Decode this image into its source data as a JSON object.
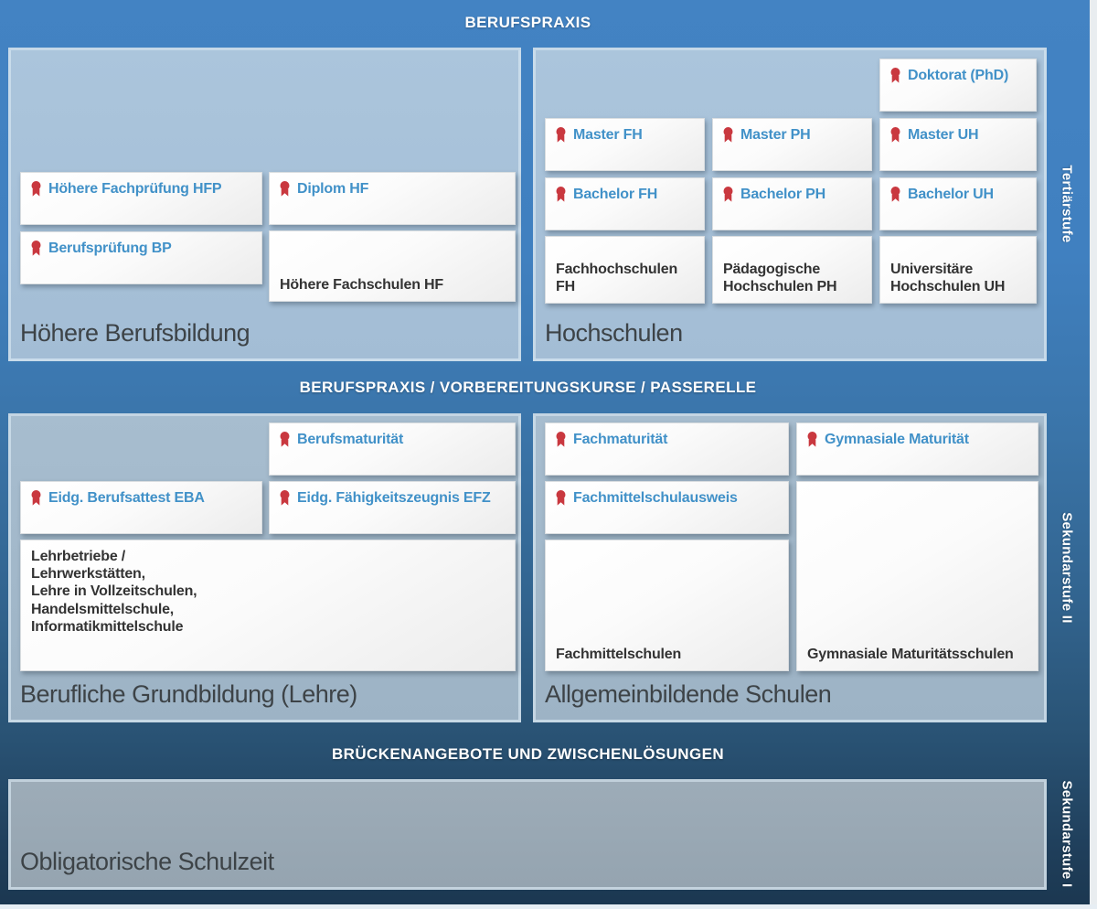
{
  "headers": {
    "top": "BERUFSPRAXIS",
    "middle": "BERUFSPRAXIS / VORBEREITUNGSKURSE / PASSERELLE",
    "bottom": "BRÜCKENANGEBOTE UND ZWISCHENLÖSUNGEN"
  },
  "side_labels": {
    "tertiaerstufe": "Tertiärstufe",
    "sekundarstufe_2": "Sekundarstufe II",
    "sekundarstufe_1": "Sekundarstufe I"
  },
  "panels": {
    "hoehere_berufsbildung": {
      "title": "Höhere Berufsbildung",
      "cards": {
        "hfp": "Höhere Fachprüfung HFP",
        "diplom_hf": "Diplom HF",
        "bp": "Berufsprüfung BP",
        "hoehere_fachschulen": "Höhere Fachschulen HF"
      }
    },
    "hochschulen": {
      "title": "Hochschulen",
      "cards": {
        "doktorat": "Doktorat (PhD)",
        "master_fh": "Master FH",
        "master_ph": "Master PH",
        "master_uh": "Master UH",
        "bachelor_fh": "Bachelor FH",
        "bachelor_ph": "Bachelor PH",
        "bachelor_uh": "Bachelor UH",
        "fachhochschulen": "Fachhochschulen\nFH",
        "paedagogische_hochschulen": "Pädagogische\nHochschulen PH",
        "universitaere_hochschulen": "Universitäre\nHochschulen UH"
      }
    },
    "berufliche_grundbildung": {
      "title": "Berufliche Grundbildung (Lehre)",
      "cards": {
        "berufsmaturitaet": "Berufsmaturität",
        "eba": "Eidg. Berufsattest EBA",
        "efz": "Eidg. Fähigkeitszeugnis EFZ",
        "lehrbetriebe": "Lehrbetriebe /\nLehrwerkstätten,\nLehre in Vollzeitschulen,\nHandelsmittelschule,\nInformatikmittelschule"
      }
    },
    "allgemeinbildende_schulen": {
      "title": "Allgemeinbildende Schulen",
      "cards": {
        "fachmaturitaet": "Fachmaturität",
        "gymnasiale_maturitaet": "Gymnasiale Maturität",
        "fachmittelschulausweis": "Fachmittelschulausweis",
        "fachmittelschulen": "Fachmittelschulen",
        "gymnasiale_maturitaetsschulen": "Gymnasiale Maturitätsschulen"
      }
    },
    "obligatorische_schulzeit": {
      "title": "Obligatorische Schulzeit"
    }
  },
  "icons": {
    "award_ribbon": "award-ribbon-icon"
  },
  "colors": {
    "background_top": "#4383c3",
    "background_bottom": "#1b3750",
    "panel_tertiary": "#a7c1d8",
    "panel_sekundar2": "#a2b8ca",
    "panel_sekundar1": "#99a8b4",
    "card_text_blue": "#4191c8",
    "card_text_dark": "#333333",
    "ribbon_red": "#c9383f",
    "header_text": "#ffffff"
  }
}
